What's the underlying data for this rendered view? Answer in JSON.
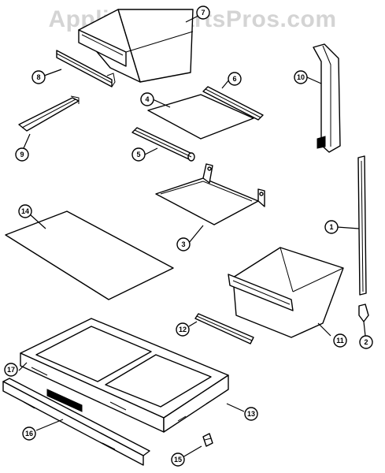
{
  "watermark": "AppliancePartsPros.com",
  "callouts": [
    {
      "id": "c1",
      "label": "1"
    },
    {
      "id": "c2",
      "label": "2"
    },
    {
      "id": "c3",
      "label": "3"
    },
    {
      "id": "c4",
      "label": "4"
    },
    {
      "id": "c5",
      "label": "5"
    },
    {
      "id": "c6",
      "label": "6"
    },
    {
      "id": "c7",
      "label": "7"
    },
    {
      "id": "c8",
      "label": "8"
    },
    {
      "id": "c9",
      "label": "9"
    },
    {
      "id": "c10",
      "label": "10"
    },
    {
      "id": "c11",
      "label": "11"
    },
    {
      "id": "c12",
      "label": "12"
    },
    {
      "id": "c13",
      "label": "13"
    },
    {
      "id": "c14",
      "label": "14"
    },
    {
      "id": "c15",
      "label": "15"
    },
    {
      "id": "c16",
      "label": "16"
    },
    {
      "id": "c17",
      "label": "17"
    }
  ]
}
